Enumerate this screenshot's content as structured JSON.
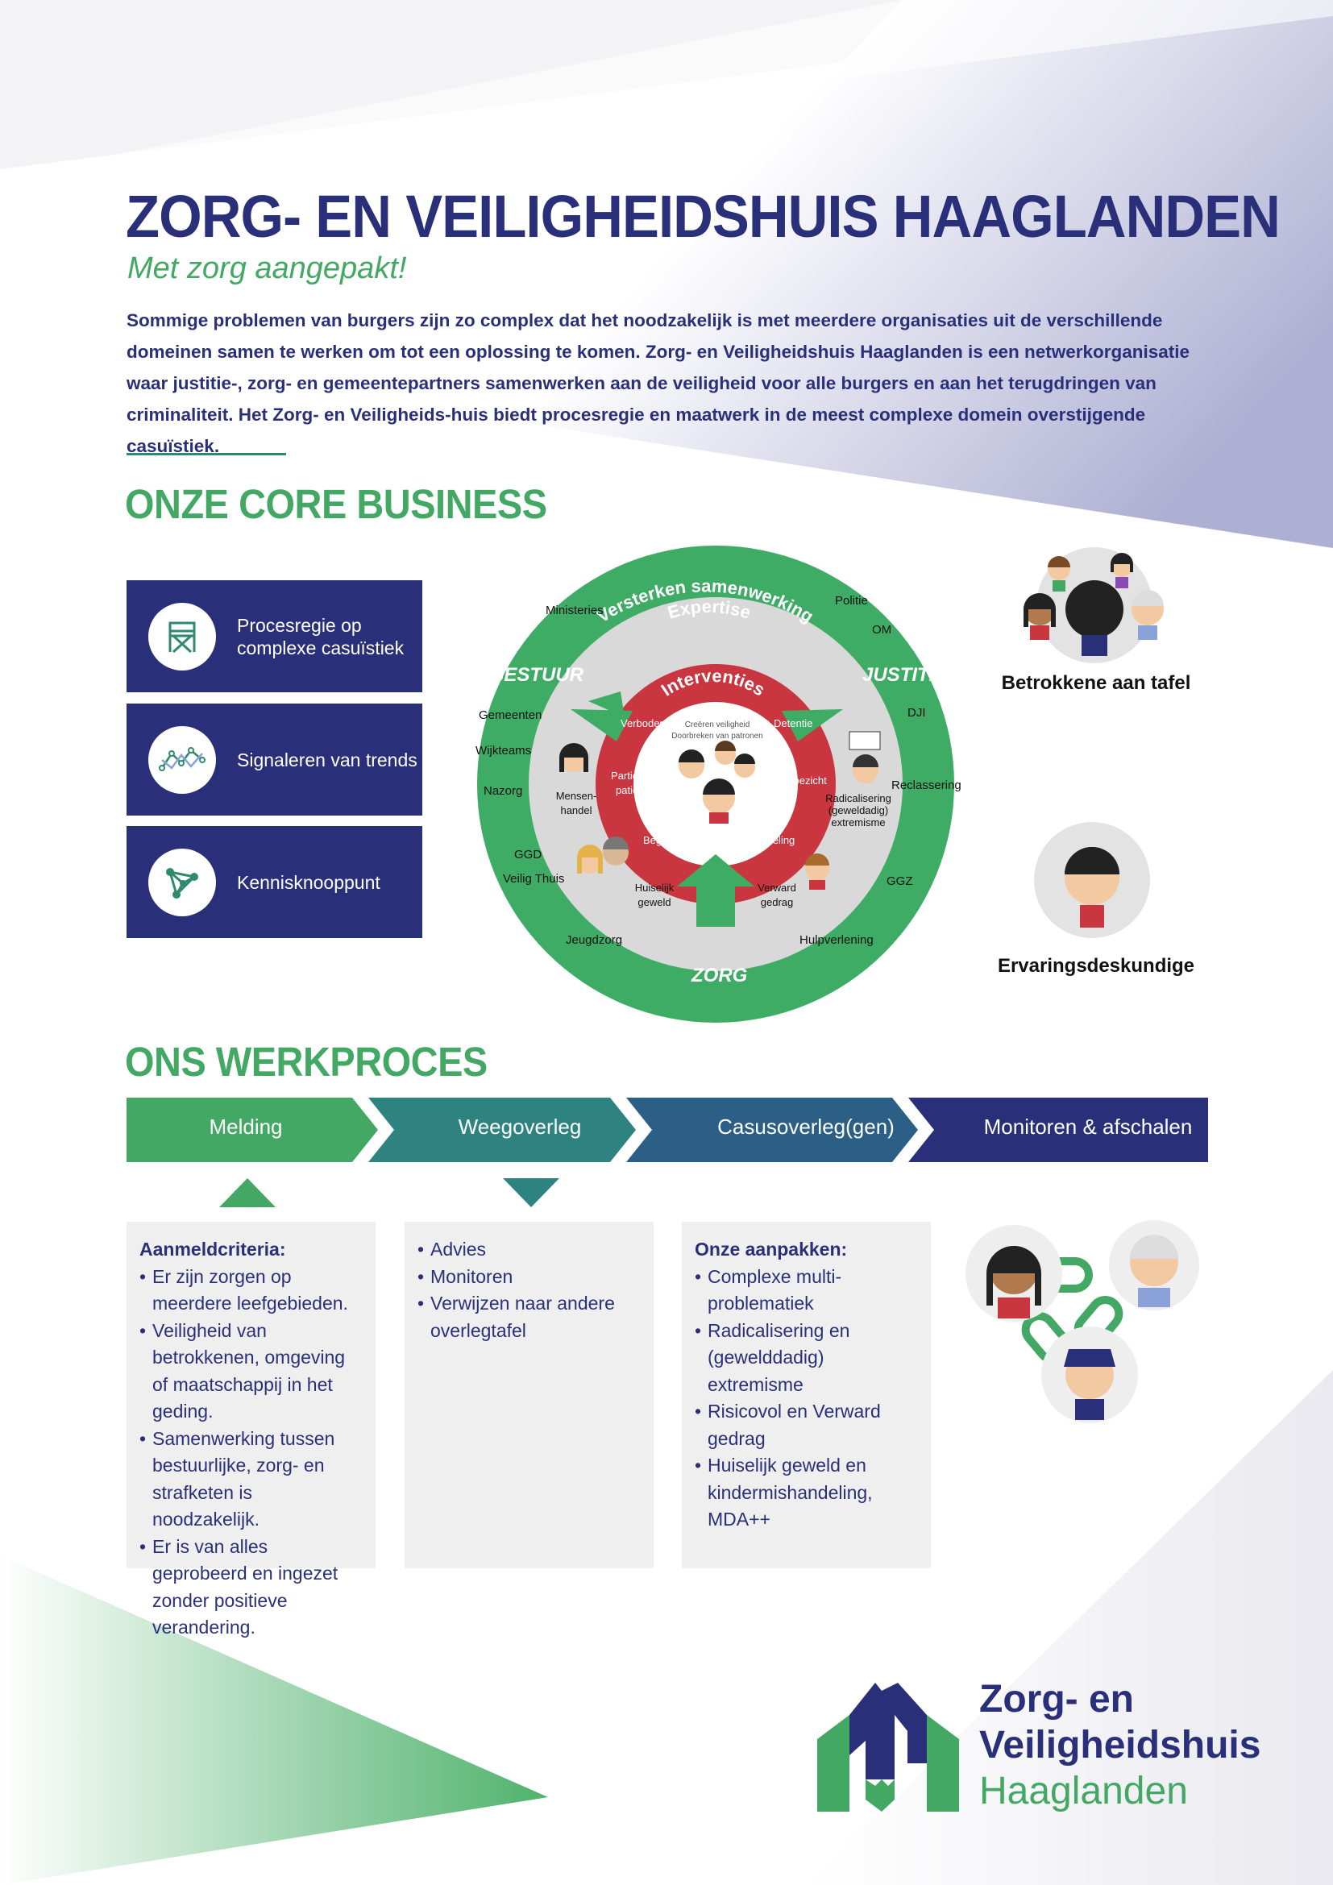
{
  "header": {
    "title": "ZORG- EN VEILIGHEIDSHUIS HAAGLANDEN",
    "subtitle": "Met zorg aangepakt!",
    "intro": "Sommige problemen van burgers zijn zo complex dat het noodzakelijk is met meerdere organisaties uit de verschillende domeinen samen te werken om tot een oplossing te komen. Zorg- en Veiligheidshuis Haaglanden is een netwerkorganisatie waar justitie-, zorg- en gemeentepartners samenwerken aan de veiligheid voor alle burgers en aan het terugdringen van criminaliteit. Het Zorg- en Veiligheids-huis biedt procesregie en maatwerk in de meest complexe domein overstijgende casuïstiek."
  },
  "core_business": {
    "heading": "ONZE CORE BUSINESS",
    "cards": [
      {
        "label_1": "Procesregie op",
        "label_2": "complexe casuïstiek",
        "icon": "directors-chair-icon"
      },
      {
        "label_1": "Signaleren van trends",
        "label_2": "",
        "icon": "trend-chart-icon"
      },
      {
        "label_1": "Kennisknooppunt",
        "label_2": "",
        "icon": "network-nodes-icon"
      }
    ],
    "wheel": {
      "outer_arc": "Versterken samenwerking",
      "middle_arc": "Expertise",
      "inner_arc": "Interventies",
      "domains": {
        "bestuur": "BESTUUR",
        "justitie": "JUSTITIE",
        "zorg": "ZORG"
      },
      "partners": [
        "Ministeries",
        "Politie",
        "OM",
        "DJI",
        "Reclassering",
        "GGZ",
        "Hulpverlening",
        "Jeugdzorg",
        "Veilig Thuis",
        "GGD",
        "Nazorg",
        "Wijkteams",
        "Gemeenten"
      ],
      "interventions": [
        "Verboden",
        "Detentie",
        "Toezicht",
        "Behandeling",
        "Begeleiding",
        "Partici-",
        "patie"
      ],
      "center_1": "Creëren veiligheid",
      "center_2": "Doorbreken van patronen",
      "themes": [
        "Mensen-",
        "handel",
        "Radicalisering",
        "(geweldadig)",
        "extremisme",
        "Huiselijk",
        "geweld",
        "Verward",
        "gedrag"
      ]
    },
    "side_1": "Betrokkene aan tafel",
    "side_2": "Ervaringsdeskundige"
  },
  "werkproces": {
    "heading": "ONS WERKPROCES",
    "steps": [
      "Melding",
      "Weegoverleg",
      "Casusoverleg(gen)",
      "Monitoren & afschalen"
    ],
    "step_colors": [
      "#43a863",
      "#2e8380",
      "#2b5f86",
      "#2a2f7a"
    ],
    "box1": {
      "heading": "Aanmeldcriteria:",
      "items": [
        "Er zijn zorgen op meerdere leefgebieden.",
        "Veiligheid van betrokkenen, omgeving of maatschappij in het geding.",
        "Samenwerking tussen bestuurlijke, zorg- en strafketen is noodzakelijk.",
        "Er is van alles geprobeerd en ingezet zonder positieve verandering."
      ]
    },
    "box2": {
      "items": [
        "Advies",
        "Monitoren",
        "Verwijzen naar andere overlegtafel"
      ]
    },
    "box3": {
      "heading": "Onze aanpakken:",
      "items": [
        "Complexe multi-problematiek",
        "Radicalisering en (gewelddadig) extremisme",
        "Risicovol en Verward gedrag",
        "Huiselijk geweld en kindermishandeling, MDA++"
      ]
    }
  },
  "logo": {
    "line1": "Zorg- en",
    "line2": "Veiligheidshuis",
    "line3": "Haaglanden"
  }
}
